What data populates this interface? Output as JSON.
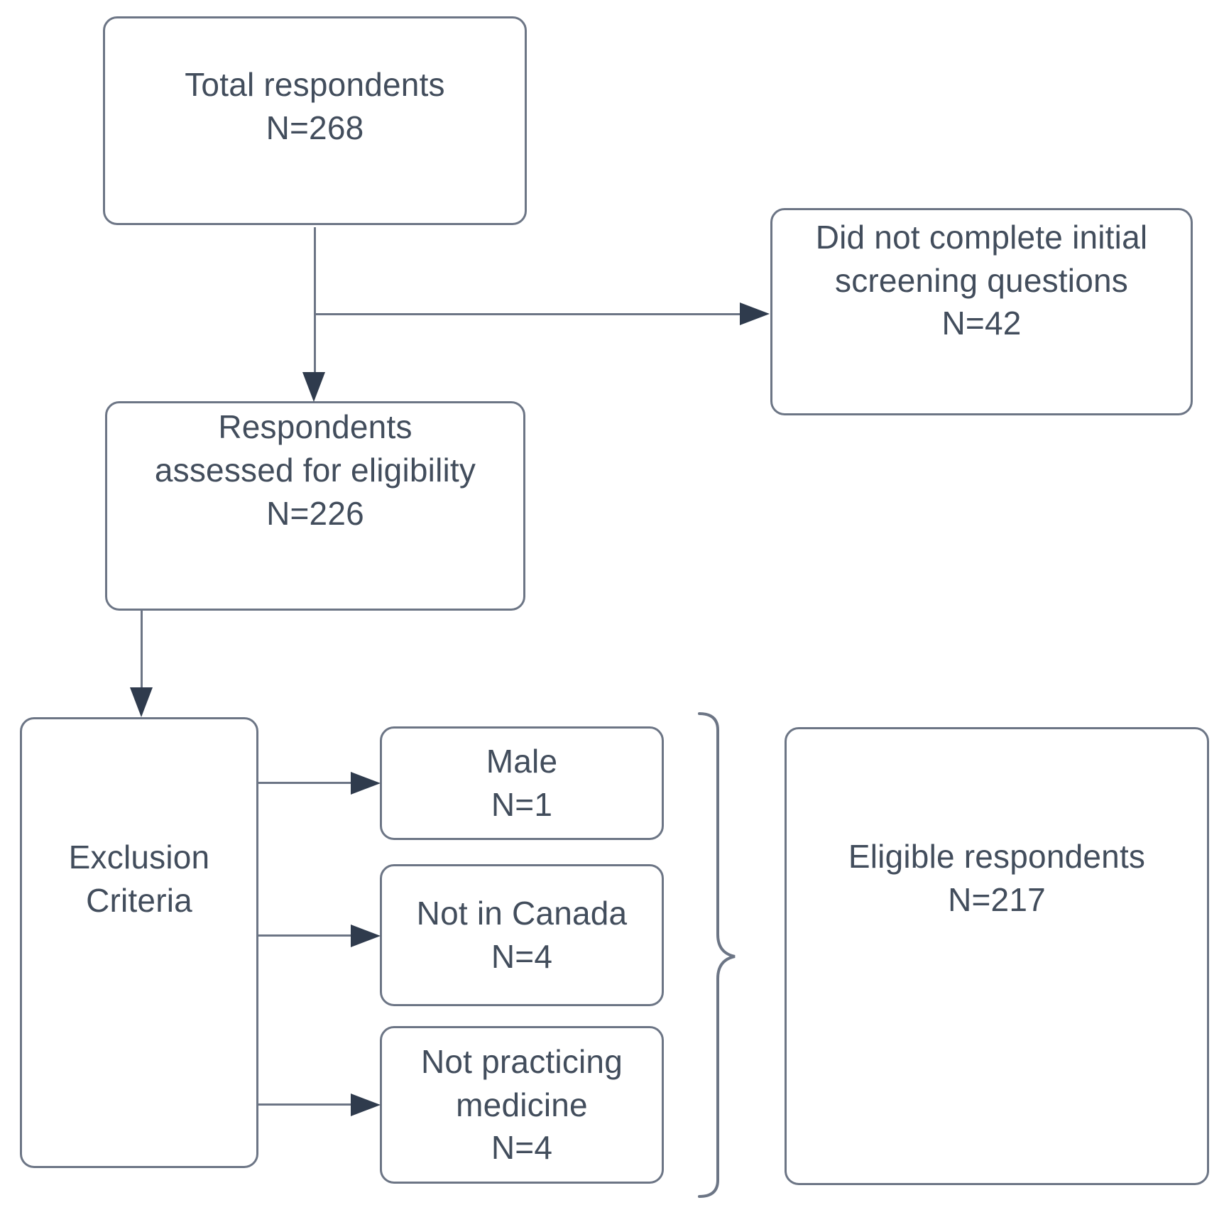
{
  "diagram": {
    "nodes": {
      "total": {
        "lines": [
          "Total respondents"
        ],
        "n": "N=268"
      },
      "did_not_complete": {
        "lines": [
          "Did not complete initial",
          "screening questions"
        ],
        "n": "N=42"
      },
      "assessed": {
        "lines": [
          "Respondents",
          "assessed for eligibility"
        ],
        "n": "N=226"
      },
      "exclusion": {
        "lines": [
          "Exclusion",
          "Criteria"
        ]
      },
      "male": {
        "lines": [
          "Male"
        ],
        "n": "N=1"
      },
      "not_canada": {
        "lines": [
          "Not in Canada"
        ],
        "n": "N=4"
      },
      "not_practicing": {
        "lines": [
          "Not practicing",
          "medicine"
        ],
        "n": "N=4"
      },
      "eligible": {
        "lines": [
          "Eligible respondents"
        ],
        "n": "N=217"
      }
    },
    "colors": {
      "border": "#6c7585",
      "line": "#6c7585",
      "arrow": "#2f3b4d",
      "text": "#424d5c",
      "background": "#ffffff"
    }
  }
}
